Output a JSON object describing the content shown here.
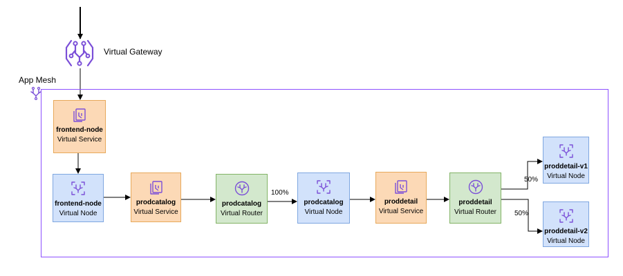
{
  "gateway": {
    "label": "Virtual Gateway",
    "icon": "virtual-gateway-icon"
  },
  "mesh": {
    "label": "App Mesh",
    "icon": "app-mesh-icon",
    "border_color": "#8c4fff"
  },
  "colors": {
    "virtual_service_fill": "#fcd9b6",
    "virtual_node_fill": "#d2e2fb",
    "virtual_router_fill": "#d3e8cd",
    "icon_color": "#7b4fd8"
  },
  "nodes": {
    "frontend_vs": {
      "title": "frontend-node",
      "subtitle": "Virtual Service"
    },
    "frontend_vn": {
      "title": "frontend-node",
      "subtitle": "Virtual Node"
    },
    "prodcatalog_vs": {
      "title": "prodcatalog",
      "subtitle": "Virtual Service"
    },
    "prodcatalog_vr": {
      "title": "prodcatalog",
      "subtitle": "Virtual Router"
    },
    "prodcatalog_vn": {
      "title": "prodcatalog",
      "subtitle": "Virtual Node"
    },
    "proddetail_vs": {
      "title": "proddetail",
      "subtitle": "Virtual Service"
    },
    "proddetail_vr": {
      "title": "proddetail",
      "subtitle": "Virtual Router"
    },
    "proddetail_v1": {
      "title": "proddetail-v1",
      "subtitle": "Virtual Node"
    },
    "proddetail_v2": {
      "title": "proddetail-v2",
      "subtitle": "Virtual Node"
    }
  },
  "edge_labels": {
    "prodcatalog_weight": "100%",
    "proddetail_v1_weight": "50%",
    "proddetail_v2_weight": "50%"
  }
}
